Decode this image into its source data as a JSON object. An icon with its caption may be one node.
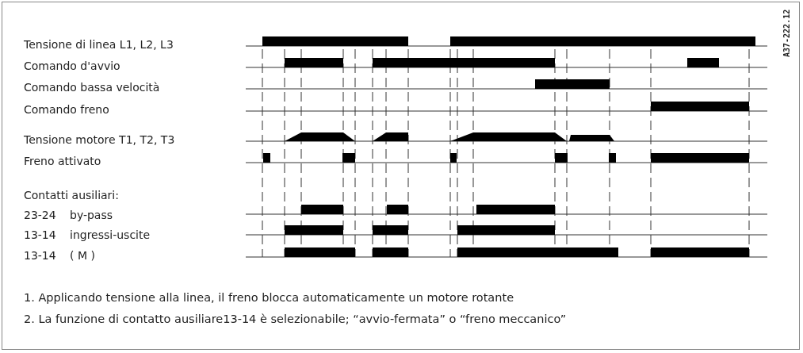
{
  "diagram": {
    "labels": [
      "Tensione di linea L1, L2, L3",
      "Comando d'avvio",
      "Comando bassa velocità",
      "Comando freno",
      "Tensione motore T1, T2, T3",
      "Freno attivato",
      "Contatti ausiliari:",
      "23-24",
      "by-pass",
      "13-14",
      "ingressi-uscite",
      "13-14",
      "( M )",
      "A37-222.12",
      "1. Applicando tensione alla linea, il freno blocca automaticamente un motore rotante",
      "2. La funzione di contatto ausiliare13-14 è selezionabile; “avvio-fermata” o “freno meccanico”"
    ]
  }
}
